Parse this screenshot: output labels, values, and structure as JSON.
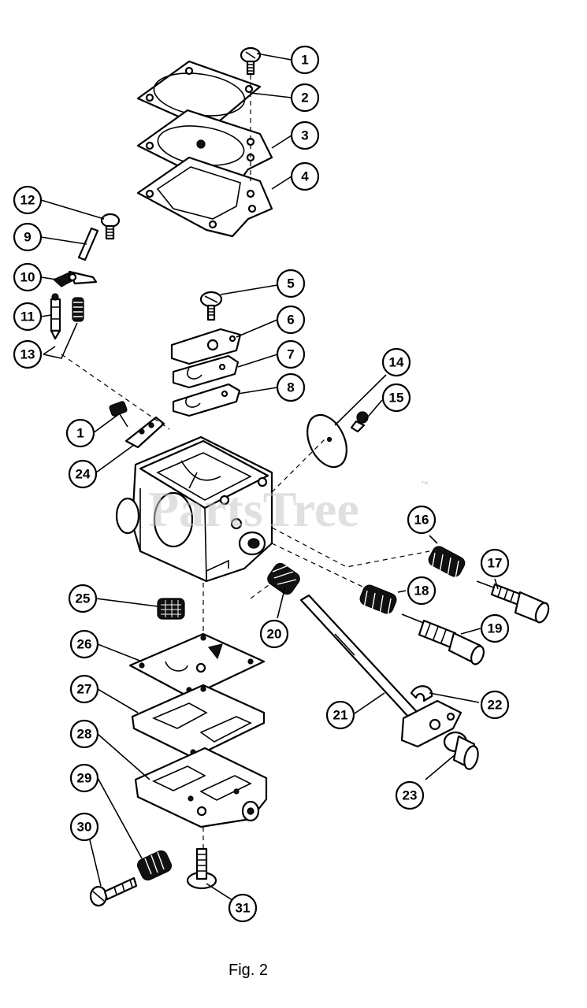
{
  "figure": {
    "caption": "Fig. 2",
    "watermark": "PartsTree",
    "watermark_mark": "™"
  },
  "callouts": [
    "1",
    "2",
    "3",
    "4",
    "5",
    "6",
    "7",
    "8",
    "9",
    "10",
    "11",
    "12",
    "13",
    "1",
    "14",
    "15",
    "24",
    "16",
    "17",
    "25",
    "20",
    "18",
    "19",
    "26",
    "22",
    "27",
    "21",
    "28",
    "23",
    "29",
    "30",
    "31"
  ]
}
